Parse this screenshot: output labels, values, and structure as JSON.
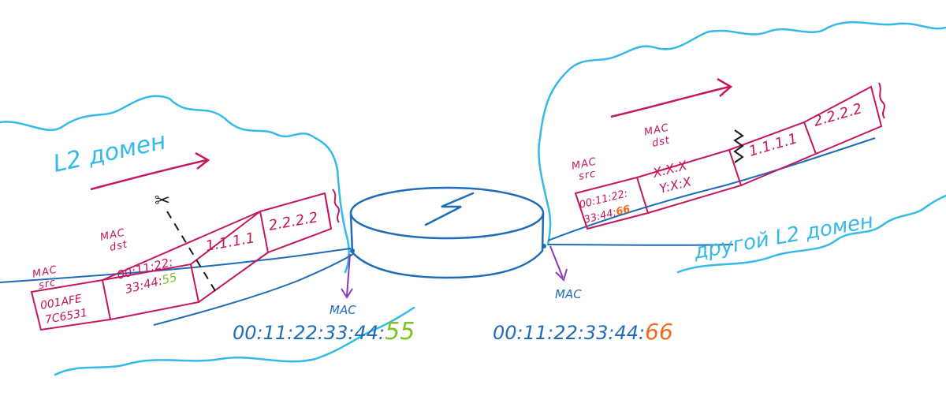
{
  "colors": {
    "cyan": "#35b9e6",
    "blue": "#1f6cb8",
    "magenta": "#c4175f",
    "purple": "#8a3ab8",
    "green": "#7cc421",
    "orange": "#f26a1b",
    "black": "#1a1a1a"
  },
  "left_domain": {
    "label": "L2 домен",
    "frame": {
      "src_label_1": "MAC",
      "src_label_2": "src",
      "src_line_1": "001AFE",
      "src_line_2": "7C6531",
      "dst_label_1": "MAC",
      "dst_label_2": "dst",
      "dst_line_1": "00:11:22:",
      "dst_line_2_prefix": "33:44:",
      "dst_line_2_suffix": "55",
      "ip_src": "1.1.1.1",
      "ip_dst": "2.2.2.2"
    },
    "scissors_icon": "✂",
    "port_label": "MAC",
    "port_mac_prefix": "00:11:22:33:44:",
    "port_mac_suffix": "55"
  },
  "right_domain": {
    "label": "другой L2 домен",
    "frame": {
      "src_label_1": "MAC",
      "src_label_2": "src",
      "src_line_1": "00:11:22:",
      "src_line_2_prefix": "33:44:",
      "src_line_2_suffix": "66",
      "dst_label_1": "MAC",
      "dst_label_2": "dst",
      "dst_line_1": "X:X:X",
      "dst_line_2": "Y:X:X",
      "ip_src": "1.1.1.1",
      "ip_dst": "2.2.2.2"
    },
    "port_label": "MAC",
    "port_mac_prefix": "00:11:22:33:44:",
    "port_mac_suffix": "66"
  },
  "router_icon": "router-icon"
}
